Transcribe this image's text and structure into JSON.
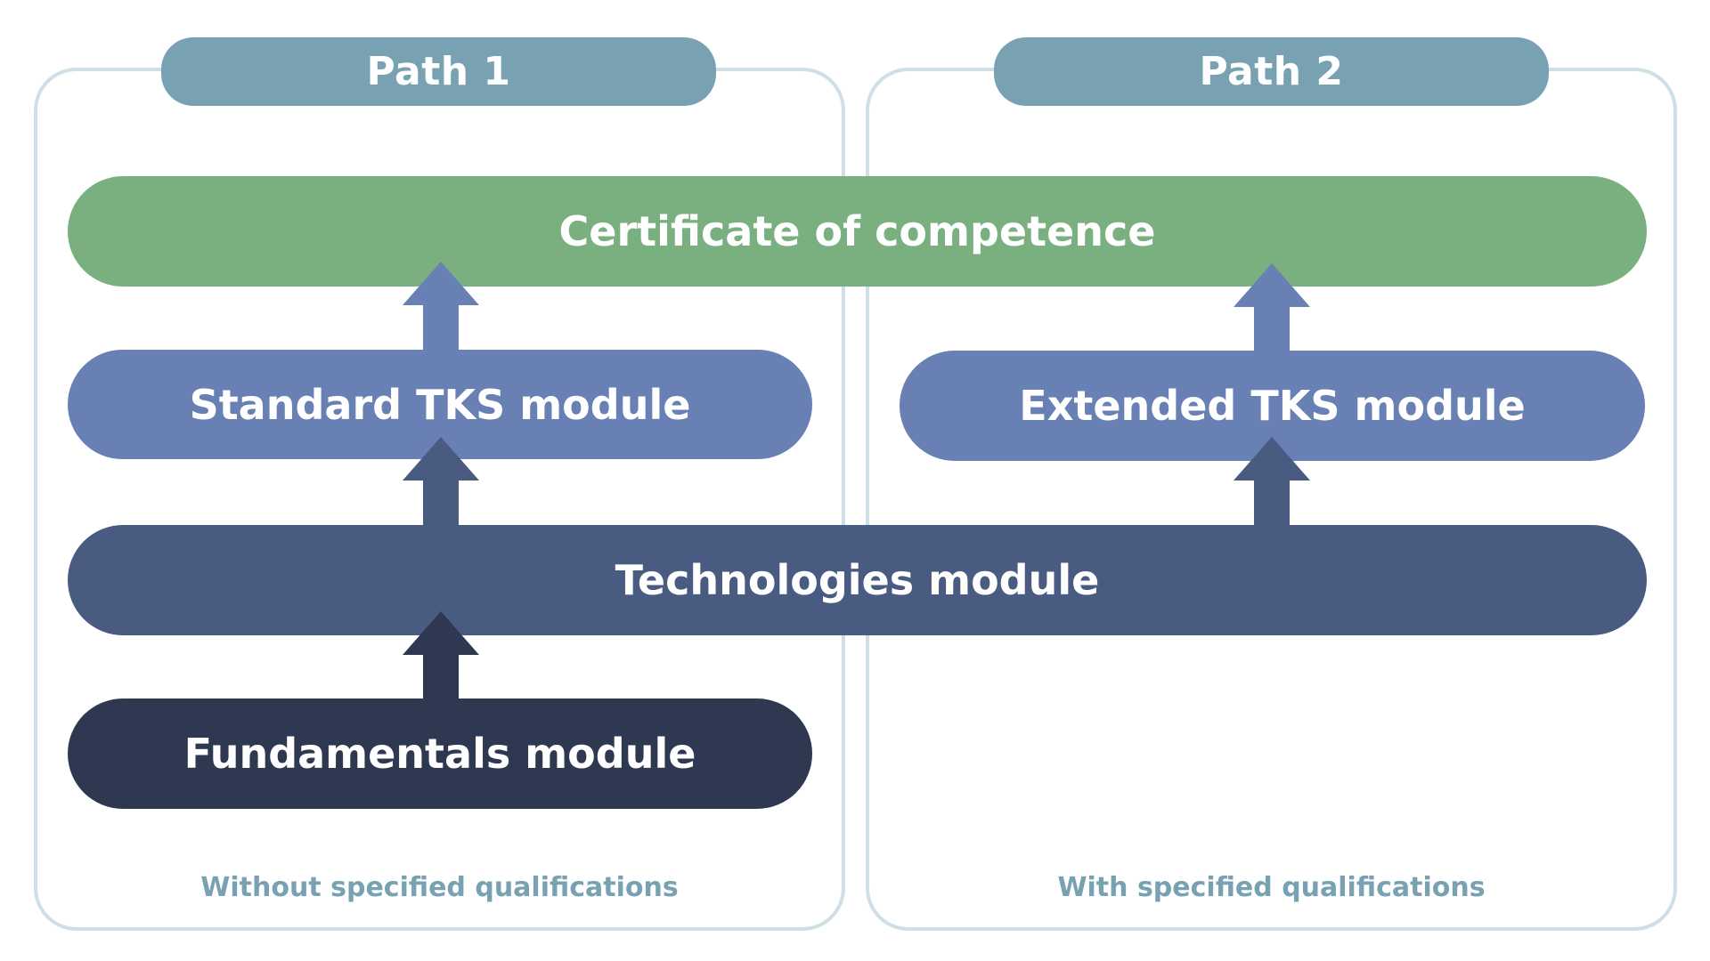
{
  "paths": [
    {
      "label": "Path 1",
      "footer": "Without specified qualifications"
    },
    {
      "label": "Path 2",
      "footer": "With specified qualifications"
    }
  ],
  "modules": {
    "certificate": "Certificate of competence",
    "standard_tks": "Standard TKS module",
    "extended_tks": "Extended TKS module",
    "technologies": "Technologies module",
    "fundamentals": "Fundamentals module"
  },
  "colors": {
    "panel_border": "#cfdfe6",
    "badge": "#78a1b1",
    "certificate": "#7ab07f",
    "tks": "#6980b5",
    "technologies": "#4a5b81",
    "fundamentals": "#2e3851"
  }
}
